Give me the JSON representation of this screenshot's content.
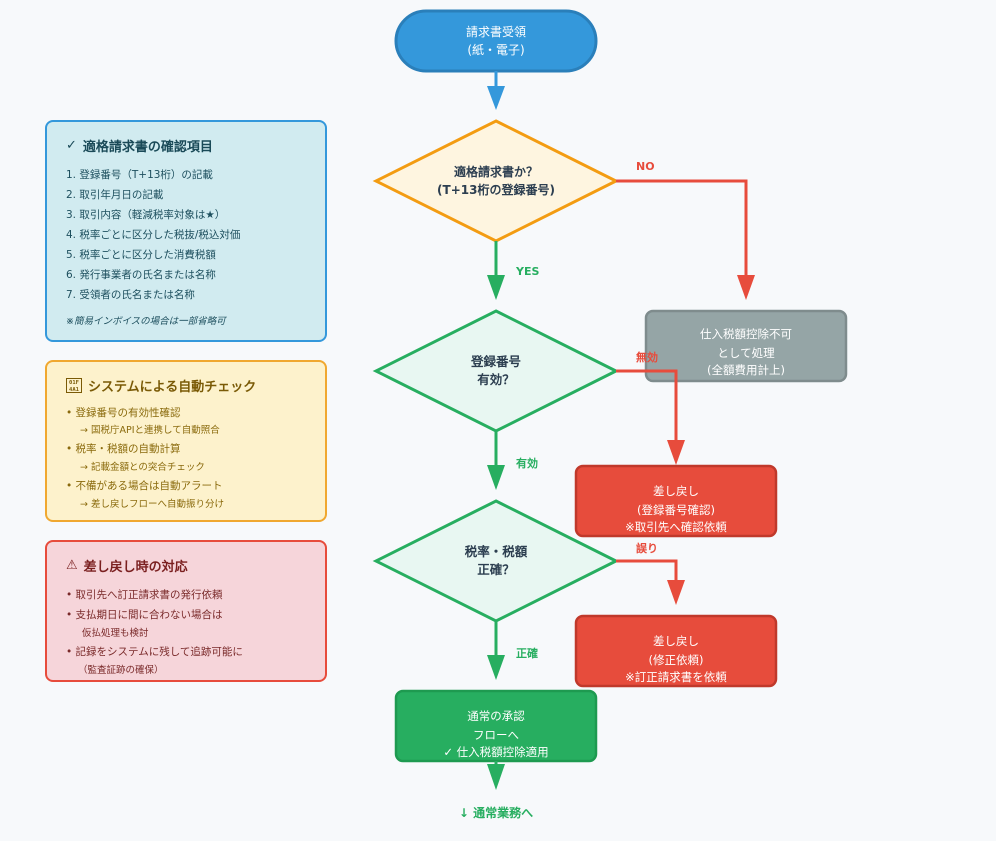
{
  "panels": {
    "checklist": {
      "icon": "check-icon",
      "icon_glyph": "✓",
      "title": "適格請求書の確認項目",
      "items": [
        "1. 登録番号（T+13桁）の記載",
        "2. 取引年月日の記載",
        "3. 取引内容（軽減税率対象は★）",
        "4. 税率ごとに区分した税抜/税込対価",
        "5. 税率ごとに区分した消費税額",
        "6. 発行事業者の氏名または名称",
        "7. 受領者の氏名または名称"
      ],
      "note": "※簡易インボイスの場合は一部省略可"
    },
    "system": {
      "icon": "robot-icon",
      "icon_glyph": "01F 4A1",
      "title": "システムによる自動チェック",
      "items": [
        {
          "main": "• 登録番号の有効性確認",
          "sub": "→ 国税庁APIと連携して自動照合"
        },
        {
          "main": "• 税率・税額の自動計算",
          "sub": "→ 記載金額との突合チェック"
        },
        {
          "main": "• 不備がある場合は自動アラート",
          "sub": "→ 差し戻しフローへ自動振り分け"
        }
      ]
    },
    "return": {
      "icon": "warning-icon",
      "icon_glyph": "⚠",
      "title": "差し戻し時の対応",
      "items": [
        {
          "main": "• 取引先へ訂正請求書の発行依頼",
          "sub": ""
        },
        {
          "main": "• 支払期日に間に合わない場合は",
          "sub": "仮払処理も検討"
        },
        {
          "main": "• 記録をシステムに残して追跡可能に",
          "sub": "（監査証跡の確保）"
        }
      ]
    }
  },
  "flow": {
    "start": {
      "line1": "請求書受領",
      "line2": "(紙・電子)"
    },
    "decision1": {
      "line1": "適格請求書か？",
      "line2": "(T+13桁の登録番号)"
    },
    "decision2": {
      "line1": "登録番号",
      "line2": "有効？"
    },
    "decision3": {
      "line1": "税率・税額",
      "line2": "正確？"
    },
    "no_deduction": {
      "line1": "仕入税額控除不可",
      "line2": "として処理",
      "line3": "(全額費用計上)"
    },
    "return1": {
      "line1": "差し戻し",
      "line2": "(登録番号確認)",
      "line3": "※取引先へ確認依頼"
    },
    "return2": {
      "line1": "差し戻し",
      "line2": "(修正依頼)",
      "line3": "※訂正請求書を依頼"
    },
    "approve": {
      "line1": "通常の承認",
      "line2": "フローへ",
      "line3": "✓ 仕入税額控除適用"
    },
    "end_label": "↓ 通常業務へ",
    "labels": {
      "no": "NO",
      "yes": "YES",
      "invalid": "無効",
      "valid": "有効",
      "error": "誤り",
      "correct": "正確"
    }
  },
  "colors": {
    "blue": "#3498db",
    "orange": "#f39c12",
    "green": "#27ae60",
    "red": "#e74c3c",
    "gray": "#95a5a6"
  }
}
